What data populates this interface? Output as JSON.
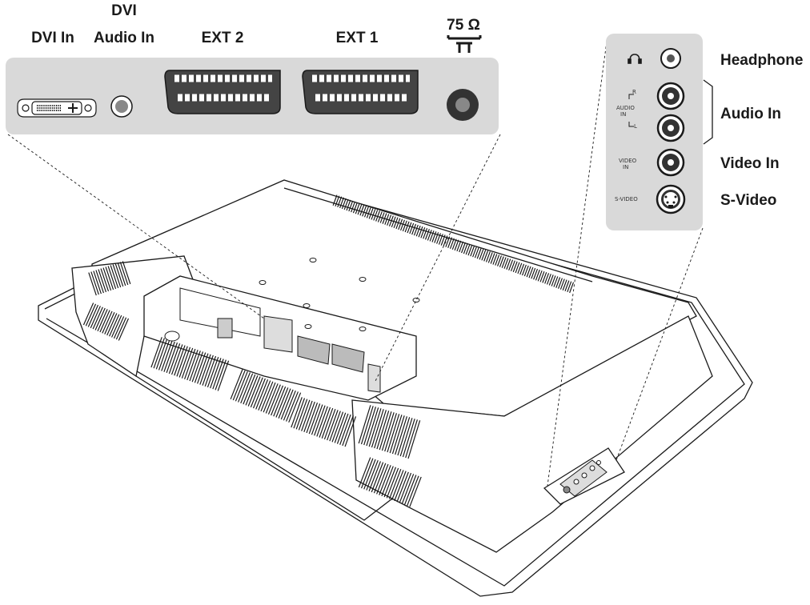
{
  "top_panel": {
    "dvi_in": "DVI In",
    "dvi_audio_line1": "DVI",
    "dvi_audio_line2": "Audio In",
    "ext2": "EXT 2",
    "ext1": "EXT 1",
    "antenna": "75 Ω"
  },
  "side_panel": {
    "headphone": "Headphone",
    "audio_in": "Audio In",
    "video_in": "Video In",
    "s_video": "S-Video",
    "small_r": "R",
    "small_audio": "AUDIO",
    "small_in": "IN",
    "small_l": "L",
    "small_video": "VIDEO",
    "small_video_in": "IN",
    "small_svideo": "S-VIDEO"
  },
  "colors": {
    "panel_fill": "#d9d9d9",
    "line": "#1a1a1a"
  }
}
